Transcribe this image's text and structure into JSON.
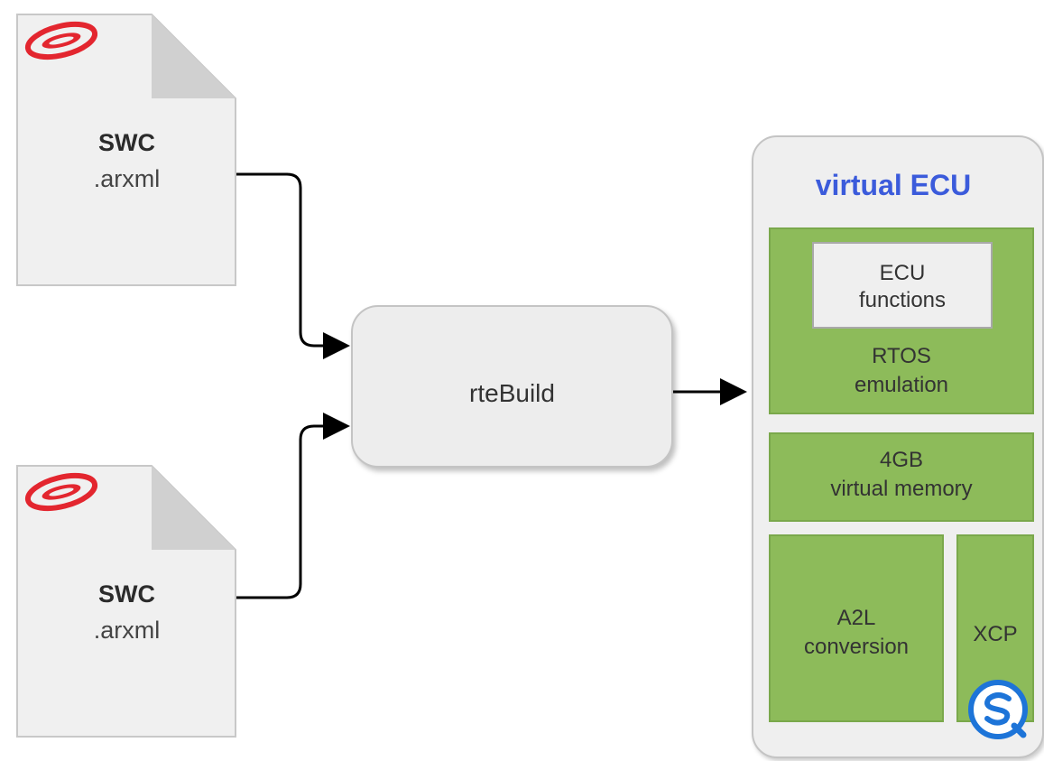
{
  "documents": [
    {
      "title": "SWC",
      "subtitle": ".arxml",
      "logo_icon": "red-ellipse-logo-icon"
    },
    {
      "title": "SWC",
      "subtitle": ".arxml",
      "logo_icon": "red-ellipse-logo-icon"
    }
  ],
  "process": {
    "label": "rteBuild"
  },
  "virtual_ecu": {
    "title": "virtual ECU",
    "blocks": {
      "rtos": {
        "inner_line1": "ECU",
        "inner_line2": "functions",
        "line1": "RTOS",
        "line2": "emulation"
      },
      "memory": {
        "line1": "4GB",
        "line2": "virtual memory"
      },
      "a2l": {
        "line1": "A2L",
        "line2": "conversion"
      },
      "xcp": {
        "label": "XCP"
      }
    },
    "badge_icon": "q-logo-icon"
  },
  "colors": {
    "ecu_title": "#3b5bdb",
    "block_green": "#8dbb5a",
    "logo_red": "#e3262f",
    "badge_blue": "#1d74d8"
  }
}
